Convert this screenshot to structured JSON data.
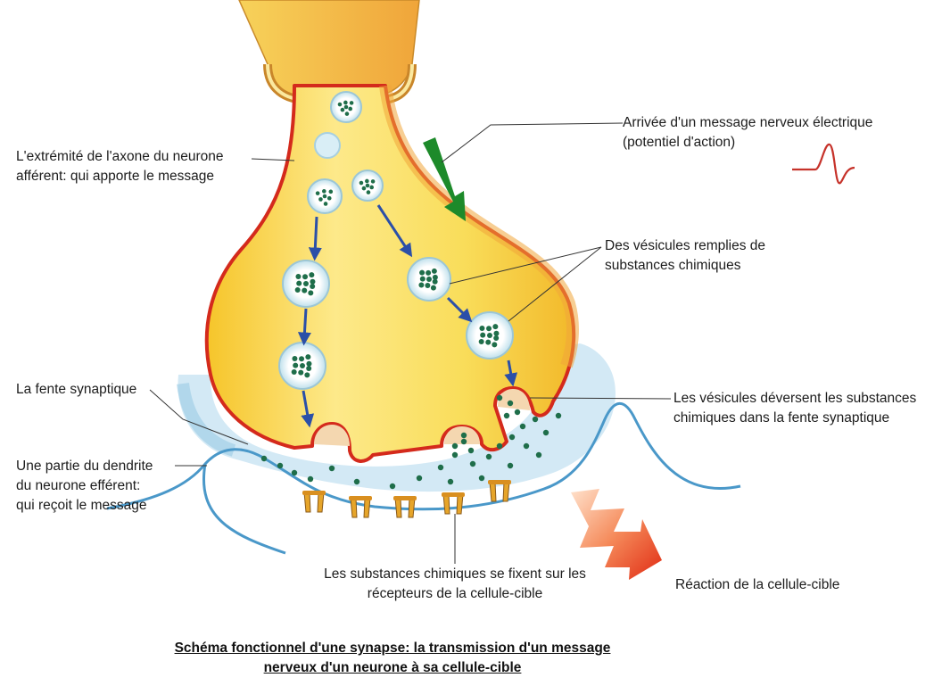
{
  "labels": {
    "axon_terminal": {
      "line1": "L'extrémité de l'axone du neurone",
      "line2": "afférent: qui apporte le message"
    },
    "arrival": {
      "line1": "Arrivée d'un message nerveux électrique",
      "line2": "(potentiel d'action)"
    },
    "vesicles": {
      "line1": "Des vésicules remplies de",
      "line2": "substances chimiques"
    },
    "cleft": {
      "line1": "La fente synaptique"
    },
    "release": {
      "line1": "Les vésicules déversent les substances",
      "line2": "chimiques dans la fente synaptique"
    },
    "dendrite": {
      "line1": "Une partie du dendrite",
      "line2": "du neurone efférent:",
      "line3": "qui reçoit le message"
    },
    "receptors": {
      "line1": "Les substances chimiques se fixent sur les",
      "line2": "récepteurs de la cellule-cible"
    },
    "reaction": {
      "line1": "Réaction de la cellule-cible"
    }
  },
  "caption": {
    "line1": "Schéma fonctionnel d'une synapse: la transmission d'un message",
    "line2": "nerveux d'un neurone à sa cellule-cible"
  },
  "colors": {
    "axon_fill": "#f7d23a",
    "axon_highlight": "#fdf4b5",
    "membrane": "#d42a1c",
    "sheath": "#f0a53a",
    "cleft_fill": "#cfe6f2",
    "dendrite_line": "#4a98c9",
    "vesicle_ring": "#bfe0ec",
    "vesicle_dot": "#1f6e4a",
    "flow_arrow": "#2b4fa8",
    "action_arrow": "#1d8a2a",
    "reaction_arrow": "#e03a1a",
    "receptor": "#e6a52a"
  },
  "icons": {
    "action_potential": "action-potential-trace-icon",
    "reaction": "zigzag-arrow-icon"
  }
}
